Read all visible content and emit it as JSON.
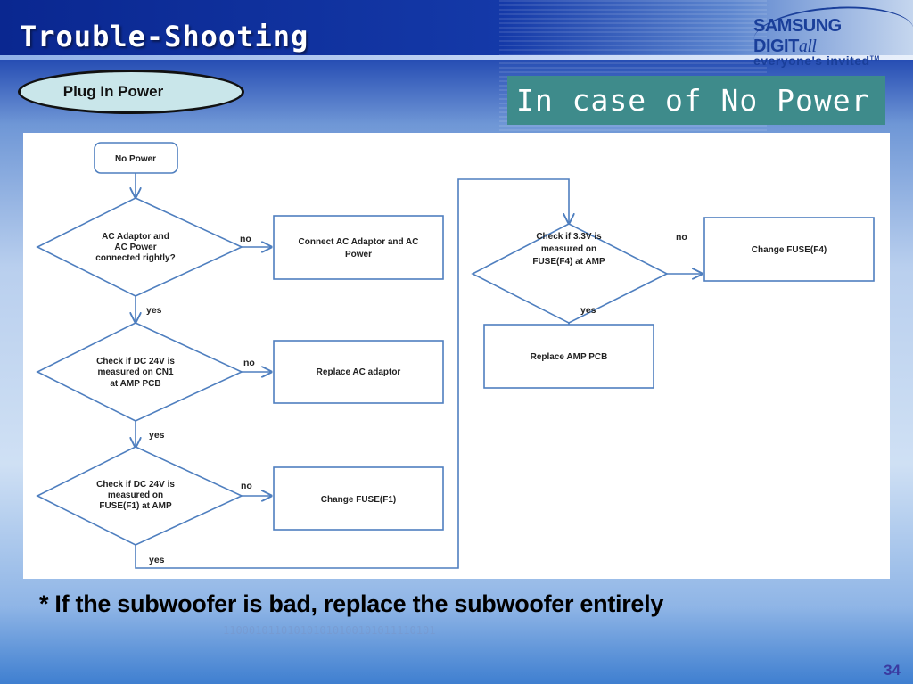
{
  "slide": {
    "title": "Trouble-Shooting",
    "logo": {
      "brand": "SAMSUNG DIGIT",
      "brand_suffix": "all",
      "tagline": "everyone's invited",
      "tm": "TM"
    },
    "section_pill": "Plug In Power",
    "case_heading": "In case of No Power",
    "note": "* If the subwoofer is bad, replace the subwoofer entirely",
    "background_binary": "110001011010101010100101011110101",
    "page_number": "34"
  },
  "flowchart": {
    "start": "No Power",
    "decisions": [
      {
        "lines": [
          "AC Adaptor and",
          "AC Power",
          "connected rightly?"
        ],
        "no_label": "no",
        "yes_label": "yes"
      },
      {
        "lines": [
          "Check if  DC 24V is",
          "measured on CN1",
          "at AMP PCB"
        ],
        "no_label": "no",
        "yes_label": "yes"
      },
      {
        "lines": [
          "Check if  DC 24V is",
          "measured on",
          "FUSE(F1) at AMP"
        ],
        "no_label": "no",
        "yes_label": "yes"
      },
      {
        "lines": [
          "Check if  3.3V is",
          "measured on",
          "FUSE(F4) at AMP"
        ],
        "no_label": "no",
        "yes_label": "yes"
      }
    ],
    "actions": [
      {
        "lines": [
          "Connect AC Adaptor and AC",
          "Power"
        ]
      },
      {
        "lines": [
          "Replace AC adaptor"
        ]
      },
      {
        "lines": [
          "Change FUSE(F1)"
        ]
      },
      {
        "lines": [
          "Change FUSE(F4)"
        ]
      },
      {
        "lines": [
          "Replace AMP PCB"
        ]
      }
    ],
    "colors": {
      "stroke": "#4f7fbf",
      "text": "#222222"
    }
  }
}
